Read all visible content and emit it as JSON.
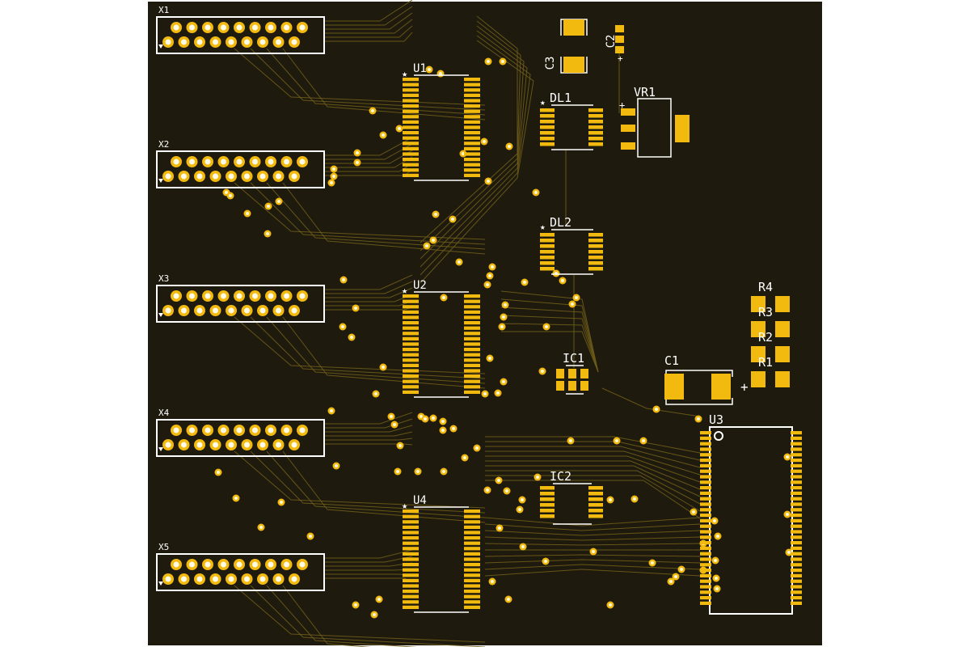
{
  "board": {
    "background": "#1e1a0d",
    "pad_color": "#f2b90f",
    "silk_color": "#ffffff",
    "trace_color": "#6e5c1a"
  },
  "connectors": [
    {
      "ref": "X1"
    },
    {
      "ref": "X2"
    },
    {
      "ref": "X3"
    },
    {
      "ref": "X4"
    },
    {
      "ref": "X5"
    }
  ],
  "chips": [
    {
      "ref": "U1"
    },
    {
      "ref": "U2"
    },
    {
      "ref": "U4"
    }
  ],
  "delay_lines": [
    {
      "ref": "DL1"
    },
    {
      "ref": "DL2"
    }
  ],
  "small_ics": [
    {
      "ref": "IC1"
    },
    {
      "ref": "IC2"
    }
  ],
  "mcu": {
    "ref": "U3"
  },
  "regulator": {
    "ref": "VR1"
  },
  "capacitors": [
    {
      "ref": "C1",
      "polarity": "+"
    },
    {
      "ref": "C2",
      "polarity": "+"
    },
    {
      "ref": "C3"
    }
  ],
  "resistors": [
    {
      "ref": "R4"
    },
    {
      "ref": "R3"
    },
    {
      "ref": "R2"
    },
    {
      "ref": "R1"
    }
  ],
  "pin1_marker": "★"
}
